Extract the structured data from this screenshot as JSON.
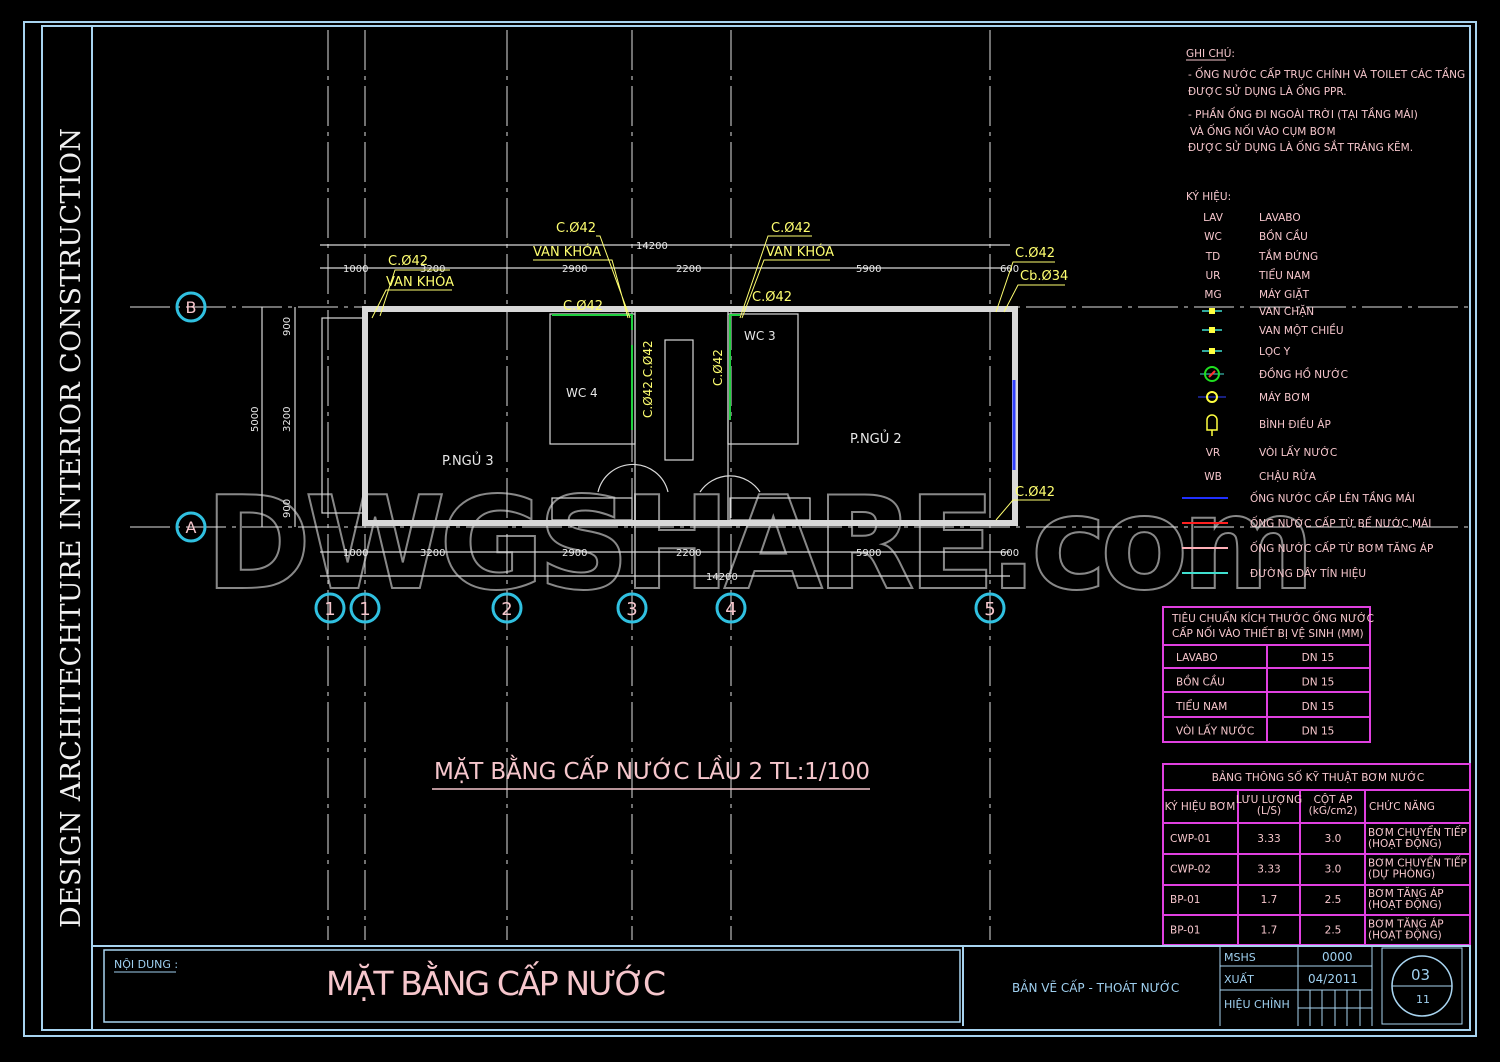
{
  "sidebar": {
    "brand": "DESIGN  ARCHITECHTURE  INTERIOR  CONSTRUCTION"
  },
  "colors": {
    "frame": "#a8d4f0",
    "text": "#f6c6cc",
    "annotation": "#ffff70",
    "table_lines": "#e040e0",
    "pipe": "#20d040"
  },
  "plan": {
    "title": "MẶT BẰNG CẤP NƯỚC LẦU 2   TL:1/100",
    "axes_vertical": [
      "1",
      "1",
      "2",
      "3",
      "4",
      "5"
    ],
    "axes_horizontal": [
      "B",
      "A"
    ],
    "dims_top": [
      "1000",
      "3200",
      "2900",
      "2200",
      "5900",
      "600"
    ],
    "dims_bottom": [
      "1000",
      "3200",
      "2900",
      "2200",
      "5900",
      "600"
    ],
    "dim_total": "14200",
    "dims_left": {
      "total": "5000",
      "parts": [
        "900",
        "3200",
        "900"
      ]
    },
    "rooms": [
      "P.NGỦ 3",
      "P.NGỦ 2",
      "WC 4",
      "WC 3"
    ],
    "pipe_labels": {
      "c42": "C.Ø42",
      "valve": "VAN KHÓA",
      "cb34": "Cb.Ø34",
      "c42x2": "C.Ø42.C.Ø42"
    },
    "watermark": "DWGSHARE.com"
  },
  "notes": {
    "heading": "GHI CHÚ:",
    "lines": [
      "- ỐNG NƯỚC CẤP TRỤC CHÍNH VÀ TOILET CÁC TẦNG",
      "ĐƯỢC SỬ DỤNG LÀ ỐNG PPR.",
      "- PHẦN ỐNG ĐI NGOÀI TRỜI (TẠI TẦNG MÁI)",
      " VÀ ỐNG NỐI VÀO CỤM BƠM",
      "ĐƯỢC SỬ DỤNG LÀ ỐNG SẮT TRÁNG KẼM."
    ]
  },
  "legend": {
    "heading": "KÝ HIỆU:",
    "items": [
      {
        "symbol": "LAV",
        "label": "LAVABO"
      },
      {
        "symbol": "WC",
        "label": "BỒN CẦU"
      },
      {
        "symbol": "TD",
        "label": "TẮM ĐỨNG"
      },
      {
        "symbol": "UR",
        "label": "TIỂU NAM"
      },
      {
        "symbol": "MG",
        "label": "MÁY GIẶT"
      },
      {
        "icon": "gate-valve-icon",
        "label": "VAN CHẶN"
      },
      {
        "icon": "check-valve-icon",
        "label": "VAN MỘT CHIỀU"
      },
      {
        "icon": "y-strainer-icon",
        "label": "LỌC Y"
      },
      {
        "icon": "water-meter-icon",
        "label": "ĐỒNG HỒ NƯỚC"
      },
      {
        "icon": "pump-icon",
        "label": "MÁY BƠM"
      },
      {
        "icon": "pressure-tank-icon",
        "label": "BÌNH ĐIỀU ÁP"
      },
      {
        "symbol": "VR",
        "label": "VÒI LẤY NƯỚC"
      },
      {
        "symbol": "WB",
        "label": "CHẬU RỬA"
      }
    ],
    "lines": [
      {
        "color": "#2030ff",
        "label": "ỐNG NƯỚC CẤP LÊN TẦNG MÁI"
      },
      {
        "color": "#ff2020",
        "label": "ỐNG NƯỚC CẤP TỪ BỂ NƯỚC MÁI"
      },
      {
        "color": "#ffb0b8",
        "label": "ỐNG NƯỚC CẤP TỪ BƠM TĂNG ÁP"
      },
      {
        "color": "#40e0d0",
        "label": "ĐƯỜNG DÂY TÍN HIỆU"
      }
    ]
  },
  "pipe_size_table": {
    "title_lines": [
      "TIÊU CHUẨN KÍCH THƯỚC ỐNG NƯỚC",
      "CẤP NỐI VÀO THIẾT BỊ VỆ SINH (MM)"
    ],
    "rows": [
      [
        "LAVABO",
        "DN 15"
      ],
      [
        "BỒN CẦU",
        "DN 15"
      ],
      [
        "TIỂU NAM",
        "DN 15"
      ],
      [
        "VÒI LẤY NƯỚC",
        "DN 15"
      ]
    ]
  },
  "pump_table": {
    "title": "BẢNG THÔNG SỐ KỸ THUẬT BƠM NƯỚC",
    "headers": [
      [
        "KÝ HIỆU BƠM"
      ],
      [
        "LƯU LƯỢNG",
        "(L/S)"
      ],
      [
        "CỘT ÁP",
        "(kG/cm2)"
      ],
      [
        "CHỨC NĂNG"
      ]
    ],
    "rows": [
      [
        "CWP-01",
        "3.33",
        "3.0",
        "BƠM CHUYỂN TIẾP",
        "(HOẠT ĐỘNG)"
      ],
      [
        "CWP-02",
        "3.33",
        "3.0",
        "BƠM CHUYỂN TIẾP",
        "(DỰ PHÒNG)"
      ],
      [
        "BP-01",
        "1.7",
        "2.5",
        "BƠM TĂNG ÁP",
        "(HOẠT ĐỘNG)"
      ],
      [
        "BP-01",
        "1.7",
        "2.5",
        "BƠM TĂNG ÁP",
        "(HOẠT ĐỘNG)"
      ]
    ]
  },
  "title_block": {
    "content_label": "NỘI DUNG :",
    "content": "MẶT BẰNG CẤP NƯỚC",
    "drawing_type": "BẢN VẼ CẤP - THOÁT NƯỚC",
    "mshs_label": "MSHS",
    "mshs": "0000",
    "issue_label": "XUẤT",
    "issue": "04/2011",
    "revision_label": "HIỆU CHỈNH",
    "sheet": "03",
    "total_sheets": "11"
  }
}
